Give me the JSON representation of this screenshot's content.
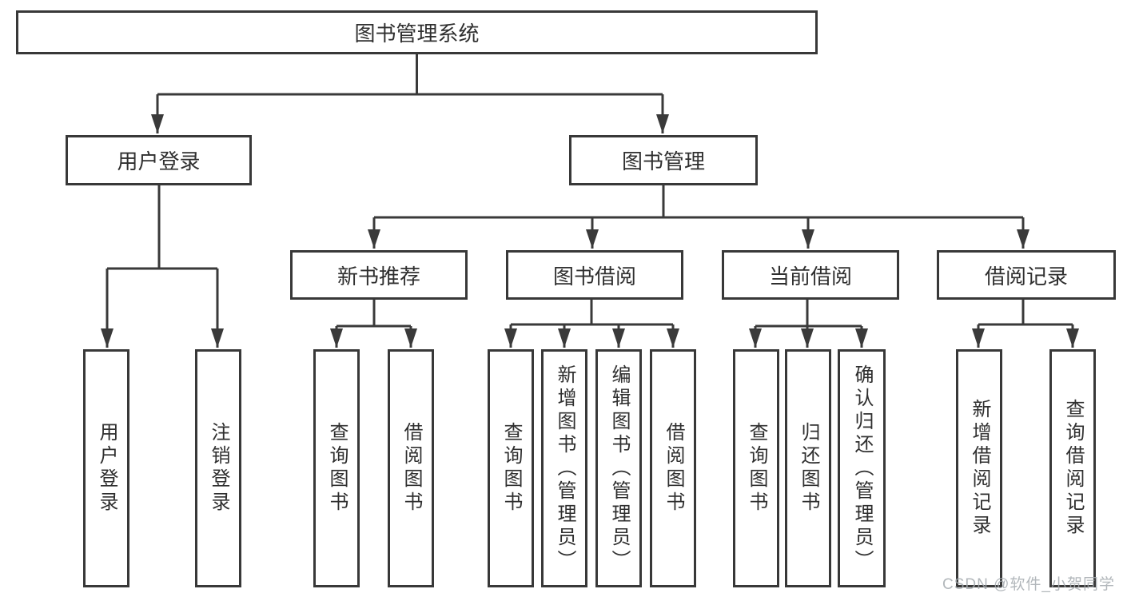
{
  "tree": {
    "title": "图书管理系统",
    "branches": [
      {
        "label": "用户登录",
        "children": [
          "用户登录",
          "注销登录"
        ]
      },
      {
        "label": "图书管理",
        "groups": [
          {
            "label": "新书推荐",
            "children": [
              "查询图书",
              "借阅图书"
            ]
          },
          {
            "label": "图书借阅",
            "children": [
              "查询图书",
              "新增图书（管理员）",
              "编辑图书（管理员）",
              "借阅图书"
            ]
          },
          {
            "label": "当前借阅",
            "children": [
              "查询图书",
              "归还图书",
              "确认归还（管理员）"
            ]
          },
          {
            "label": "借阅记录",
            "children": [
              "新增借阅记录",
              "查询借阅记录"
            ]
          }
        ]
      }
    ]
  },
  "watermark": {
    "text": "CSDN @软件_小贺同学"
  },
  "colors": {
    "line": "#3a3a3a",
    "box_border": "#383838",
    "text": "#2f2f2f",
    "watermark": "#a5aaaf",
    "background": "#ffffff"
  }
}
